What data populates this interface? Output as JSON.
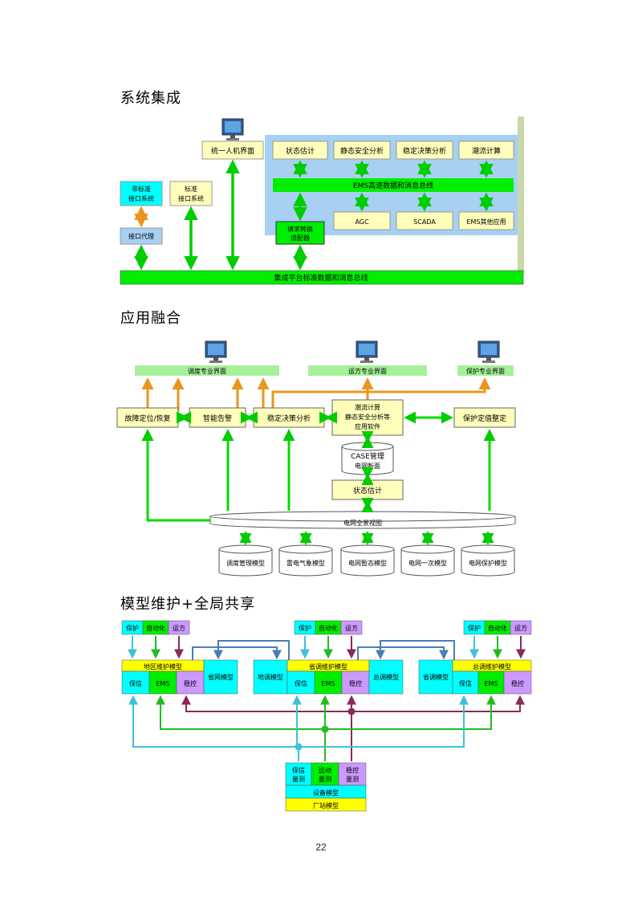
{
  "sections": {
    "s1": "系统集成",
    "s2": "应用融合",
    "s3": "模型维护+全局共享"
  },
  "d1": {
    "hmi": "统一人机界面",
    "nonstd": [
      "非标准",
      "接口系统"
    ],
    "std": [
      "标准",
      "接口系统"
    ],
    "proxy": "接口代理",
    "adapter": [
      "请求转换",
      "适配器"
    ],
    "top": [
      "状态估计",
      "静态安全分析",
      "稳定决策分析",
      "潮流计算"
    ],
    "ems_bus": "EMS高速数据和消息总线",
    "bottom": [
      "AGC",
      "SCADA",
      "EMS其他应用"
    ],
    "platform_bus": "集成平台标准数据和消息总线"
  },
  "d2": {
    "ui": [
      "调度专业界面",
      "运方专业界面",
      "保护专业界面"
    ],
    "apps": [
      "故障定位/恢复",
      "智能告警",
      "稳定决策分析",
      "保护定值整定"
    ],
    "powerflow": [
      "潮流计算",
      "静态安全分析等",
      "应用软件"
    ],
    "case": [
      "CASE管理",
      "电网断面"
    ],
    "se": "状态估计",
    "panorama": "电网全景视图",
    "dbs": [
      "调度管理模型",
      "雷电气象模型",
      "电网暂态模型",
      "电网一次模型",
      "电网保护模型"
    ]
  },
  "d3": {
    "tabs": [
      "保护",
      "自动化",
      "运方"
    ],
    "groups": [
      {
        "title": "地区维护模型",
        "cells": [
          "保信",
          "EMS",
          "稳控"
        ],
        "side": "省网模型"
      },
      {
        "title": "省调维护模型",
        "cells": [
          "保信",
          "EMS",
          "稳控"
        ],
        "left": "地调模型",
        "right": "总调模型"
      },
      {
        "title": "总调维护模型",
        "cells": [
          "保信",
          "EMS",
          "稳控"
        ],
        "left": "省调模型"
      }
    ],
    "bottom_cells": [
      [
        "保信",
        "量测"
      ],
      [
        "远动",
        "量测"
      ],
      [
        "稳控",
        "量测"
      ]
    ],
    "device_model": "设备模型",
    "station_model": "厂站模型"
  },
  "colors": {
    "green": "#00ee00",
    "yellow_box": "#ffffbb",
    "blue_panel": "#a7d0f2",
    "cyan": "#00ffff",
    "purple": "#cc99ff",
    "bright_yellow": "#ffff00",
    "orange": "#f0a020"
  },
  "page_number": "22"
}
